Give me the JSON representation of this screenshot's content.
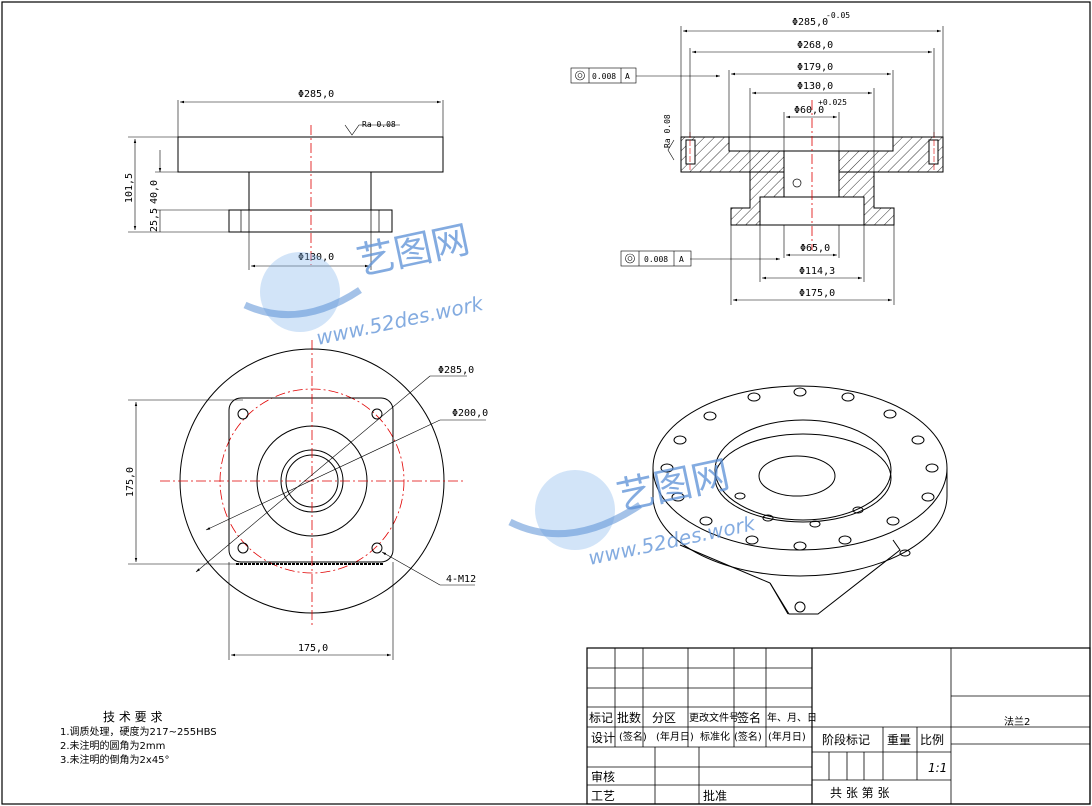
{
  "front_view": {
    "dims": {
      "d285": "Φ285,0",
      "h101": "101,5",
      "h40": "40,0",
      "h25": "25,5",
      "d130": "Φ130,0",
      "ra": "Ra 0.08"
    }
  },
  "section_view": {
    "dims": {
      "d285": "Φ285,0",
      "d285_tol": "-0.05",
      "d268": "Φ268,0",
      "d179": "Φ179,0",
      "d130": "Φ130,0",
      "d60": "Φ60,0",
      "d60_tol": "+0.025",
      "d65": "Φ65,0",
      "d114": "Φ114,3",
      "d175": "Φ175,0",
      "ra": "Ra 0.08"
    },
    "tolerance_top": {
      "value": "0.008",
      "datum": "A"
    },
    "tolerance_bottom": {
      "value": "0.008",
      "datum": "A"
    }
  },
  "plan_view": {
    "dims": {
      "d285": "Φ285,0",
      "d200": "Φ200,0",
      "w175": "175,0",
      "h175": "175,0",
      "holes": "4-M12"
    }
  },
  "watermark": {
    "brand": "艺图网",
    "url": "www.52des.work"
  },
  "tech_req": {
    "title": "技 术 要 求",
    "items": [
      "1.调质处理，硬度为217~255HBS",
      "2.未注明的圆角为2mm",
      "3.未注明的倒角为2x45°"
    ]
  },
  "title_block": {
    "row_labels": [
      "标记",
      "批数",
      "分区",
      "更改文件号",
      "签名",
      "年、月、日"
    ],
    "design": "设计",
    "sign": "(签名)",
    "date": "(年月日)",
    "standard": "标准化",
    "review": "审核",
    "process": "工艺",
    "approve": "批准",
    "stage": "阶段标记",
    "weight": "重量",
    "scale_label": "比例",
    "scale": "1:1",
    "sheets": "共  张  第  张",
    "part_name": "法兰2"
  }
}
